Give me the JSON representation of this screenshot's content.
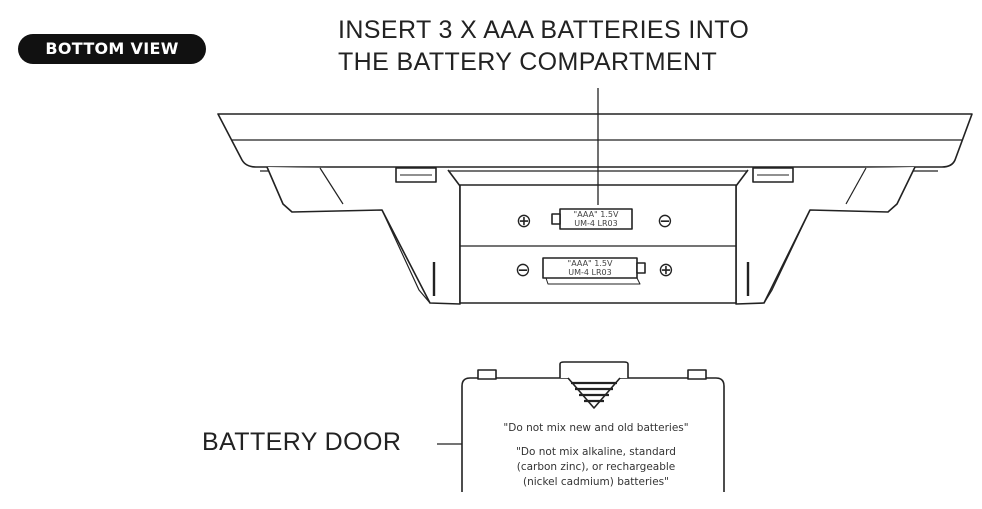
{
  "header": {
    "view_badge": "BOTTOM VIEW"
  },
  "callouts": {
    "compartment_line1": "INSERT 3 X AAA BATTERIES INTO",
    "compartment_line2": "THE BATTERY COMPARTMENT",
    "door": "BATTERY DOOR"
  },
  "batteries": [
    {
      "line1": "\"AAA\" 1.5V",
      "line2": "UM-4 LR03",
      "left_terminal": "⊕",
      "right_terminal": "⊖"
    },
    {
      "line1": "\"AAA\" 1.5V",
      "line2": "UM-4 LR03",
      "left_terminal": "⊖",
      "right_terminal": "⊕"
    }
  ],
  "door_warnings": {
    "warning1": "\"Do not mix new and old batteries\"",
    "warning2_line1": "\"Do not mix alkaline, standard",
    "warning2_line2": "(carbon zinc), or rechargeable",
    "warning2_line3": "(nickel cadmium) batteries\""
  },
  "colors": {
    "stroke": "#222222",
    "badge_bg": "#111111",
    "badge_text": "#ffffff"
  }
}
